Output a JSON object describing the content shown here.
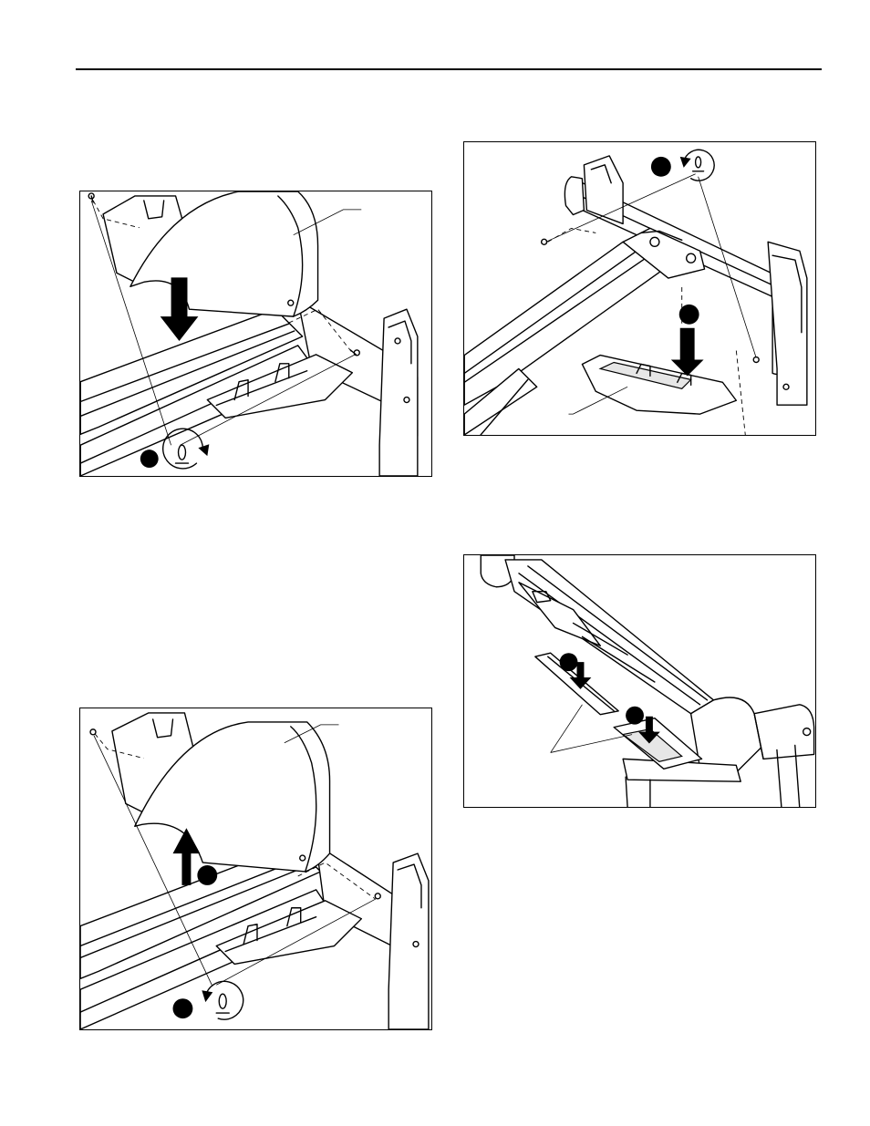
{
  "figures": [
    {
      "id": "fig-top-left",
      "step_markers": 1,
      "arrows": [
        "down"
      ],
      "icons": [
        "rotate-clockwise-icon"
      ]
    },
    {
      "id": "fig-top-right",
      "step_markers": 2,
      "arrows": [
        "down"
      ],
      "icons": [
        "rotate-counterclockwise-icon"
      ]
    },
    {
      "id": "fig-middle-right",
      "step_markers": 2,
      "arrows": [
        "down",
        "down"
      ],
      "icons": []
    },
    {
      "id": "fig-bottom-left",
      "step_markers": 2,
      "arrows": [
        "up"
      ],
      "icons": [
        "rotate-counterclockwise-icon"
      ]
    }
  ]
}
